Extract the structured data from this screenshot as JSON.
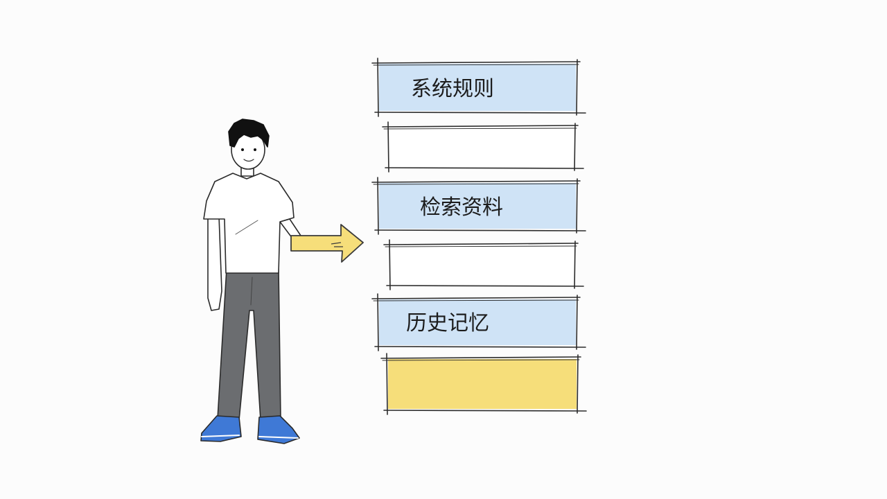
{
  "diagram": {
    "blocks": [
      {
        "label": "系统规则",
        "kind": "labeled",
        "color": "#cfe3f6"
      },
      {
        "label": "",
        "kind": "empty",
        "color": "#ffffff"
      },
      {
        "label": "检索资料",
        "kind": "labeled",
        "color": "#cfe3f6"
      },
      {
        "label": "",
        "kind": "empty",
        "color": "#ffffff"
      },
      {
        "label": "历史记忆",
        "kind": "labeled",
        "color": "#cfe3f6"
      },
      {
        "label": "",
        "kind": "highlight",
        "color": "#f6de7a"
      }
    ],
    "pointer": {
      "color": "#f6de7a"
    },
    "figure": {
      "shirt_color": "#ffffff",
      "pants_color": "#6b6d70",
      "shoe_color": "#3f79d6",
      "hair_color": "#111111"
    }
  }
}
